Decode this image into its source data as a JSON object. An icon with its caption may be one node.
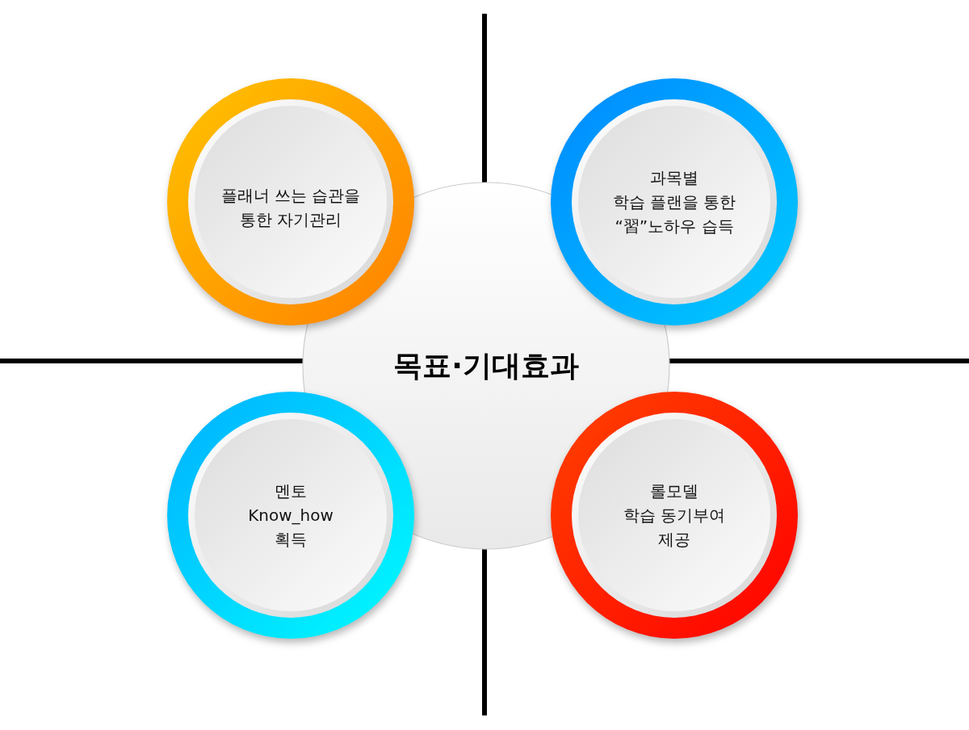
{
  "diagram": {
    "nodes": [
      {
        "text": [
          "플래너 쓰는 습관을 통한 자기관리"
        ]
      },
      {
        "text": [
          "과목별 학습 플랜을 통한 “習”노하우 습득"
        ]
      },
      {
        "text": [
          "목표·기대효과"
        ]
      },
      {
        "text": [
          "멘토 Know_how 획득"
        ]
      },
      {
        "text": [
          "롤모델 학습 동기부여 제공"
        ]
      }
    ]
  }
}
